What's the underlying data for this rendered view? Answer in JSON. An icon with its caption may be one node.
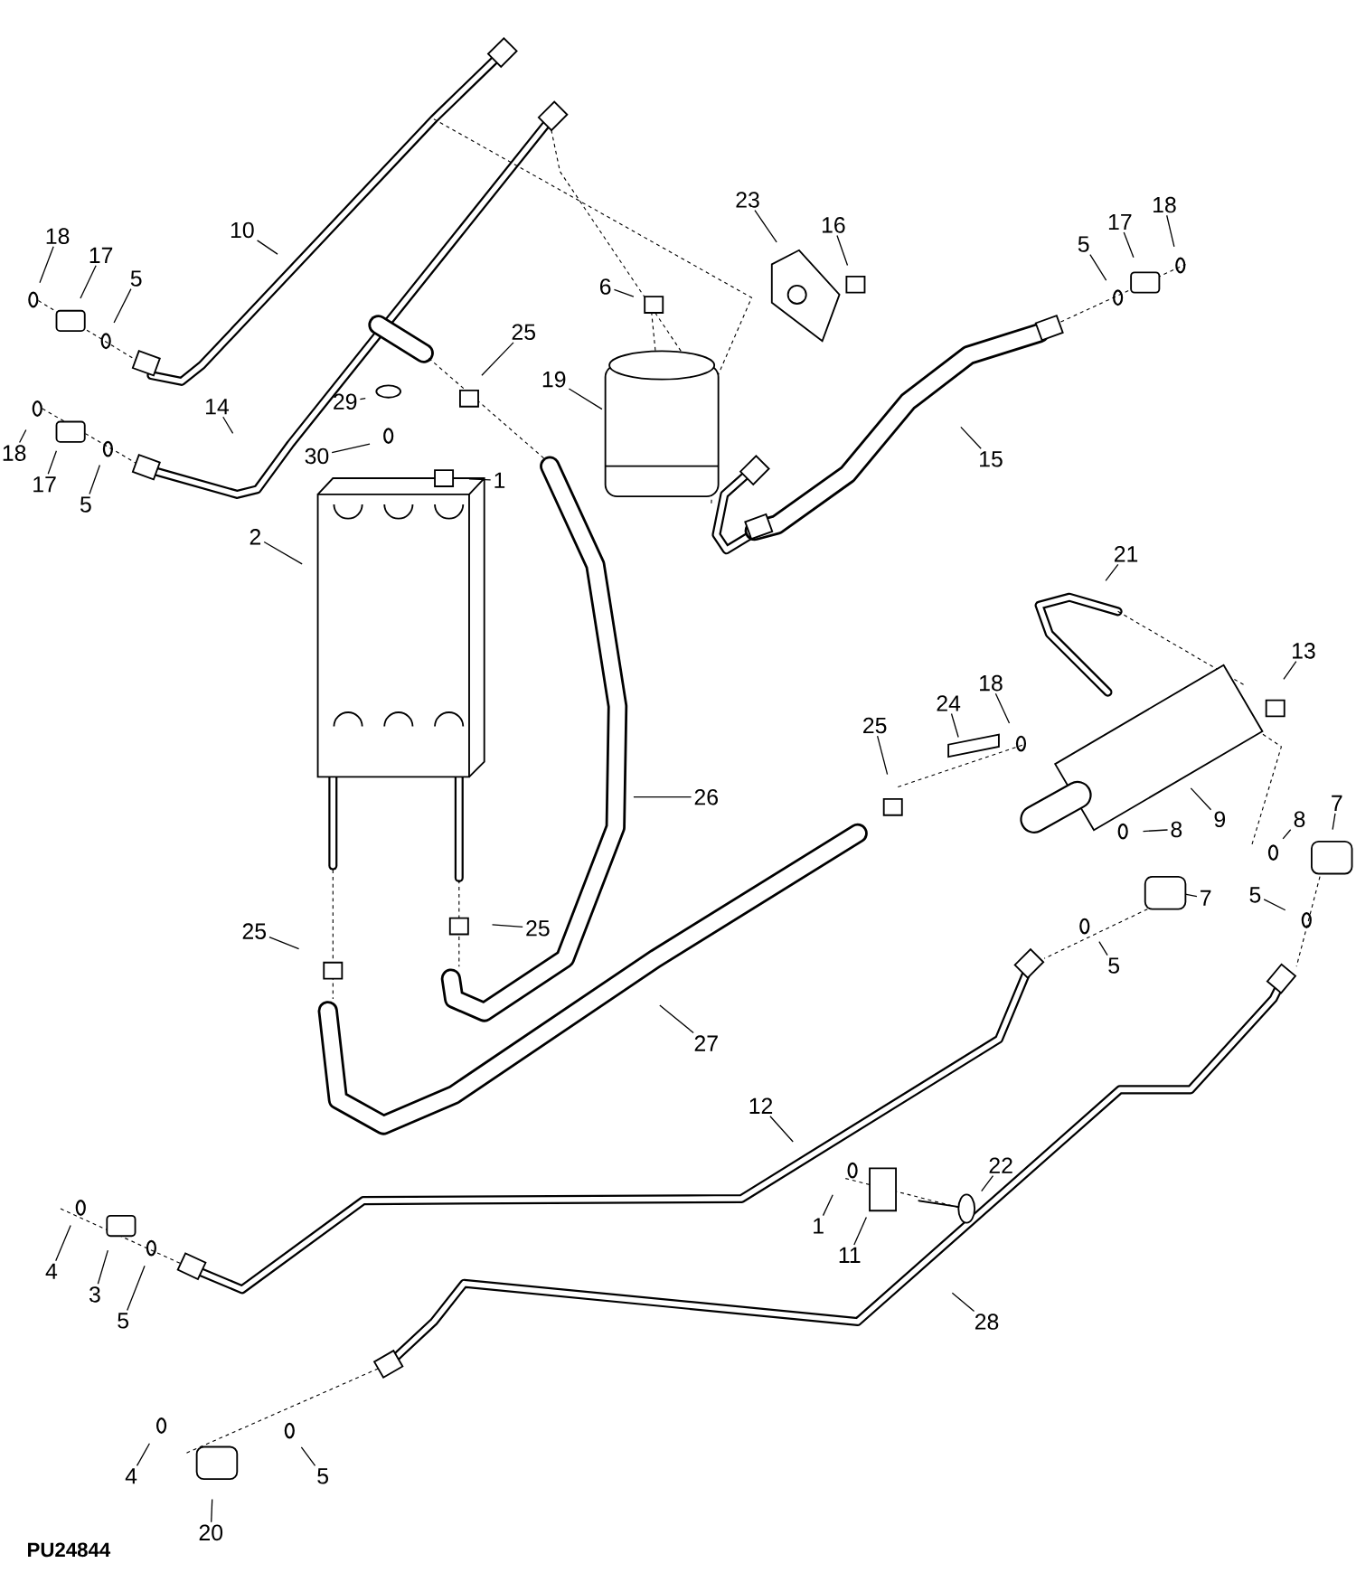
{
  "diagram": {
    "nodes": [
      {
        "text": [
          "18"
        ]
      },
      {
        "text": [
          "17"
        ]
      },
      {
        "text": [
          "5"
        ]
      },
      {
        "text": [
          "10"
        ]
      },
      {
        "text": [
          "18"
        ]
      },
      {
        "text": [
          "17"
        ]
      },
      {
        "text": [
          "5"
        ]
      },
      {
        "text": [
          "14"
        ]
      },
      {
        "text": [
          "29"
        ]
      },
      {
        "text": [
          "30"
        ]
      },
      {
        "text": [
          "25"
        ]
      },
      {
        "text": [
          "1"
        ]
      },
      {
        "text": [
          "2"
        ]
      },
      {
        "text": [
          "19"
        ]
      },
      {
        "text": [
          "6"
        ]
      },
      {
        "text": [
          "23"
        ]
      },
      {
        "text": [
          "16"
        ]
      },
      {
        "text": [
          "5"
        ]
      },
      {
        "text": [
          "17"
        ]
      },
      {
        "text": [
          "18"
        ]
      },
      {
        "text": [
          "15"
        ]
      },
      {
        "text": [
          "21"
        ]
      },
      {
        "text": [
          "13"
        ]
      },
      {
        "text": [
          "18"
        ]
      },
      {
        "text": [
          "24"
        ]
      },
      {
        "text": [
          "25"
        ]
      },
      {
        "text": [
          "26"
        ]
      },
      {
        "text": [
          "9"
        ]
      },
      {
        "text": [
          "8"
        ]
      },
      {
        "text": [
          "8"
        ]
      },
      {
        "text": [
          "7"
        ]
      },
      {
        "text": [
          "7"
        ]
      },
      {
        "text": [
          "5"
        ]
      },
      {
        "text": [
          "5"
        ]
      },
      {
        "text": [
          "25"
        ]
      },
      {
        "text": [
          "25"
        ]
      },
      {
        "text": [
          "27"
        ]
      },
      {
        "text": [
          "12"
        ]
      },
      {
        "text": [
          "22"
        ]
      },
      {
        "text": [
          "1"
        ]
      },
      {
        "text": [
          "11"
        ]
      },
      {
        "text": [
          "28"
        ]
      },
      {
        "text": [
          "4"
        ]
      },
      {
        "text": [
          "3"
        ]
      },
      {
        "text": [
          "5"
        ]
      },
      {
        "text": [
          "4"
        ]
      },
      {
        "text": [
          "5"
        ]
      },
      {
        "text": [
          "20"
        ]
      }
    ],
    "edges": [
      {
        "from": 0,
        "to": null,
        "arrow": "none"
      },
      {
        "from": 1,
        "to": null,
        "arrow": "none"
      },
      {
        "from": 2,
        "to": null,
        "arrow": "none"
      },
      {
        "from": 3,
        "to": null,
        "arrow": "none"
      },
      {
        "from": 4,
        "to": null,
        "arrow": "none"
      },
      {
        "from": 5,
        "to": null,
        "arrow": "none"
      },
      {
        "from": 6,
        "to": null,
        "arrow": "none"
      },
      {
        "from": 7,
        "to": null,
        "arrow": "none"
      },
      {
        "from": 8,
        "to": null,
        "arrow": "none"
      },
      {
        "from": 9,
        "to": null,
        "arrow": "none"
      },
      {
        "from": 10,
        "to": null,
        "arrow": "none"
      },
      {
        "from": 11,
        "to": null,
        "arrow": "none"
      },
      {
        "from": 12,
        "to": null,
        "arrow": "none"
      },
      {
        "from": 13,
        "to": null,
        "arrow": "none"
      },
      {
        "from": 14,
        "to": null,
        "arrow": "none"
      },
      {
        "from": 15,
        "to": null,
        "arrow": "none"
      },
      {
        "from": 16,
        "to": null,
        "arrow": "none"
      },
      {
        "from": 17,
        "to": null,
        "arrow": "none"
      },
      {
        "from": 18,
        "to": null,
        "arrow": "none"
      },
      {
        "from": 19,
        "to": null,
        "arrow": "none"
      },
      {
        "from": 20,
        "to": null,
        "arrow": "none"
      },
      {
        "from": 21,
        "to": null,
        "arrow": "none"
      },
      {
        "from": 22,
        "to": null,
        "arrow": "none"
      },
      {
        "from": 23,
        "to": null,
        "arrow": "none"
      },
      {
        "from": 24,
        "to": null,
        "arrow": "none"
      },
      {
        "from": 25,
        "to": null,
        "arrow": "none"
      },
      {
        "from": 26,
        "to": null,
        "arrow": "none"
      },
      {
        "from": 27,
        "to": null,
        "arrow": "none"
      },
      {
        "from": 28,
        "to": null,
        "arrow": "none"
      },
      {
        "from": 29,
        "to": null,
        "arrow": "none"
      },
      {
        "from": 30,
        "to": null,
        "arrow": "none"
      },
      {
        "from": 31,
        "to": null,
        "arrow": "none"
      },
      {
        "from": 32,
        "to": null,
        "arrow": "none"
      },
      {
        "from": 33,
        "to": null,
        "arrow": "none"
      },
      {
        "from": 34,
        "to": null,
        "arrow": "none"
      },
      {
        "from": 35,
        "to": null,
        "arrow": "none"
      },
      {
        "from": 36,
        "to": null,
        "arrow": "none"
      },
      {
        "from": 37,
        "to": null,
        "arrow": "none"
      },
      {
        "from": 38,
        "to": null,
        "arrow": "none"
      },
      {
        "from": 39,
        "to": null,
        "arrow": "none"
      },
      {
        "from": 40,
        "to": null,
        "arrow": "none"
      },
      {
        "from": 41,
        "to": null,
        "arrow": "none"
      },
      {
        "from": 42,
        "to": null,
        "arrow": "none"
      },
      {
        "from": 43,
        "to": null,
        "arrow": "none"
      },
      {
        "from": 44,
        "to": null,
        "arrow": "none"
      },
      {
        "from": 45,
        "to": null,
        "arrow": "none"
      },
      {
        "from": 46,
        "to": null,
        "arrow": "none"
      },
      {
        "from": 47,
        "to": null,
        "arrow": "none"
      }
    ],
    "labels": [
      "PU24844"
    ]
  }
}
